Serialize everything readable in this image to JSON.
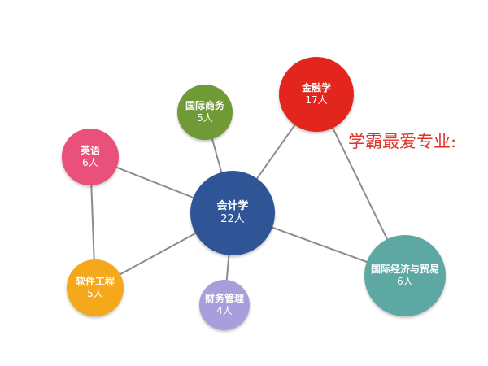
{
  "heading": "学霸最爱专业:",
  "colors": {
    "edge": "#8c8c8c",
    "kuaiji": "#2f5597",
    "jinrong": "#e2261d",
    "guoji_shangwu": "#6f9a35",
    "yingyu": "#e9507a",
    "ruanjian": "#f6a81c",
    "caiwu": "#a99edb",
    "guoji_jingji": "#5ea8a4"
  },
  "nodes": {
    "kuaiji": {
      "name": "会计学",
      "count": "22人"
    },
    "jinrong": {
      "name": "金融学",
      "count": "17人"
    },
    "guoji_shangwu": {
      "name": "国际商务",
      "count": "5人"
    },
    "yingyu": {
      "name": "英语",
      "count": "6人"
    },
    "ruanjian": {
      "name": "软件工程",
      "count": "5人"
    },
    "caiwu": {
      "name": "财务管理",
      "count": "4人"
    },
    "guoji_jingji": {
      "name": "国际经济与贸易",
      "count": "6人"
    }
  },
  "edges": [
    [
      "kuaiji",
      "jinrong"
    ],
    [
      "kuaiji",
      "guoji_shangwu"
    ],
    [
      "kuaiji",
      "yingyu"
    ],
    [
      "kuaiji",
      "ruanjian"
    ],
    [
      "kuaiji",
      "caiwu"
    ],
    [
      "kuaiji",
      "guoji_jingji"
    ],
    [
      "jinrong",
      "guoji_jingji"
    ],
    [
      "yingyu",
      "ruanjian"
    ]
  ]
}
